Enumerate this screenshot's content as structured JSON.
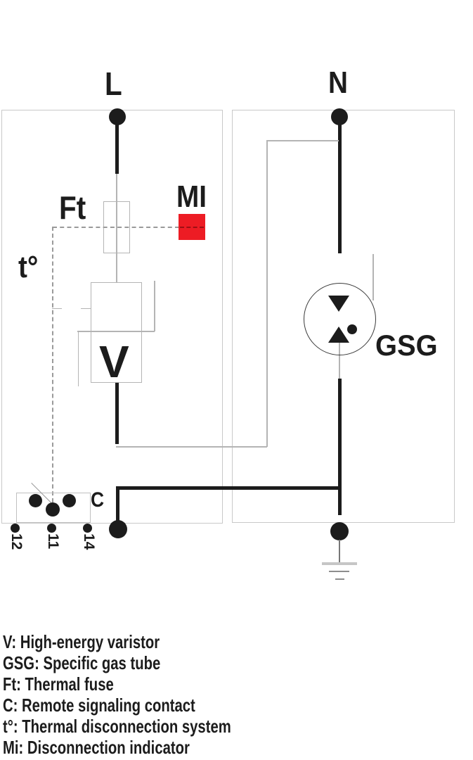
{
  "diagram": {
    "terminal_labels": {
      "line": "L",
      "neutral": "N"
    },
    "component_labels": {
      "thermal_fuse": "Ft",
      "thermal_disconnect": "t°",
      "disconnection_indicator": "MI",
      "varistor": "V",
      "gas_tube": "GSG",
      "signaling_contact": "C"
    },
    "signaling_terminals": [
      "12",
      "11",
      "14"
    ],
    "colors": {
      "indicator_red": "#ED1C24",
      "wire_black": "#1c1c1c",
      "wire_gray": "#b4b4b4",
      "box_border_gray": "#c9c9c9"
    }
  },
  "legend": {
    "items": [
      "V: High-energy varistor",
      "GSG: Specific gas tube",
      "Ft: Thermal fuse",
      "C: Remote signaling contact",
      "t°: Thermal disconnection system",
      "Mi: Disconnection indicator"
    ]
  }
}
